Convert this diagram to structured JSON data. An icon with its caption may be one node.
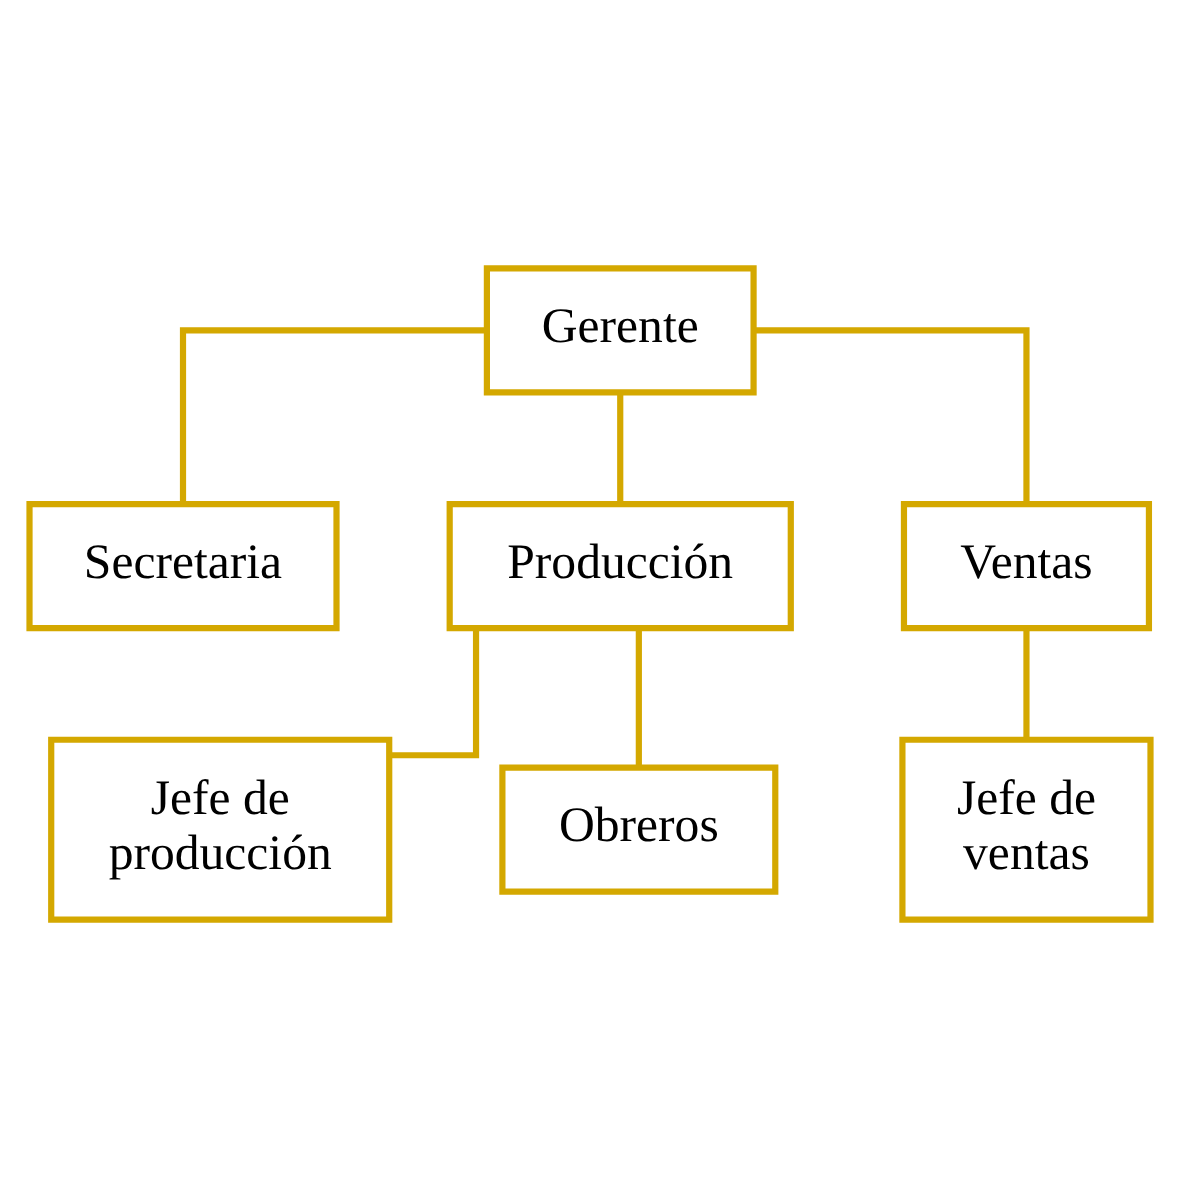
{
  "diagram": {
    "nodes": [
      {
        "text": [
          "Gerente"
        ]
      },
      {
        "text": [
          "Secretaria"
        ]
      },
      {
        "text": [
          "Producción"
        ]
      },
      {
        "text": [
          "Ventas"
        ]
      },
      {
        "text": [
          "Jefe de producción"
        ]
      },
      {
        "text": [
          "Obreros"
        ]
      },
      {
        "text": [
          "Jefe de ventas"
        ]
      }
    ],
    "edges": [
      {
        "from": 0,
        "to": 1,
        "arrow": "none"
      },
      {
        "from": 0,
        "to": 2,
        "arrow": "none"
      },
      {
        "from": 0,
        "to": 3,
        "arrow": "none"
      },
      {
        "from": 2,
        "to": 4,
        "arrow": "none"
      },
      {
        "from": 2,
        "to": 5,
        "arrow": "none"
      },
      {
        "from": 3,
        "to": 6,
        "arrow": "none"
      }
    ]
  }
}
